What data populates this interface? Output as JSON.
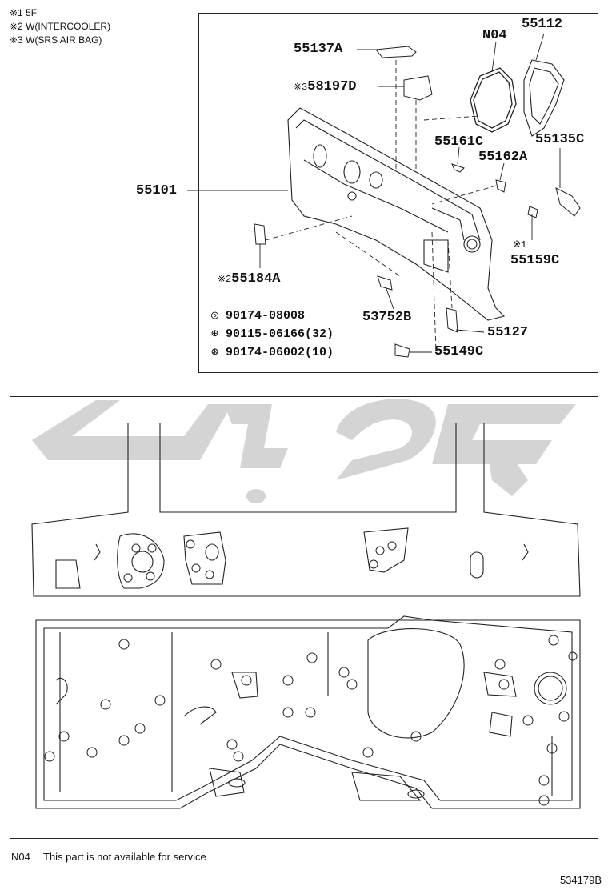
{
  "notes": [
    {
      "mark": "※1",
      "text": "5F"
    },
    {
      "mark": "※2",
      "text": "W(INTERCOOLER)"
    },
    {
      "mark": "※3",
      "text": "W(SRS AIR BAG)"
    }
  ],
  "callouts": {
    "p55137A": "55137A",
    "p58197D": "58197D",
    "p58197D_mark": "※3",
    "n04": "N04",
    "p55112": "55112",
    "p55161C": "55161C",
    "p55135C": "55135C",
    "p55162A": "55162A",
    "p55101": "55101",
    "p55159C": "55159C",
    "p55159C_mark": "※1",
    "p55184A": "55184A",
    "p55184A_mark": "※2",
    "p53752B": "53752B",
    "p55127": "55127",
    "p55149C": "55149C"
  },
  "fasteners": [
    {
      "symbol": "◎",
      "icon": "double-circle-icon",
      "part": "90174-08008",
      "qty": ""
    },
    {
      "symbol": "⊕",
      "icon": "crossed-circle-icon",
      "part": "90115-06166",
      "qty": "(32)"
    },
    {
      "symbol": "⊛",
      "icon": "triangle-circle-icon",
      "part": "90174-06002",
      "qty": "(10)"
    }
  ],
  "footnote": {
    "code": "N04",
    "text": "This part is not available for service"
  },
  "reference": "534179B",
  "colors": {
    "line": "#222222",
    "watermark": "#d4d4d4"
  }
}
